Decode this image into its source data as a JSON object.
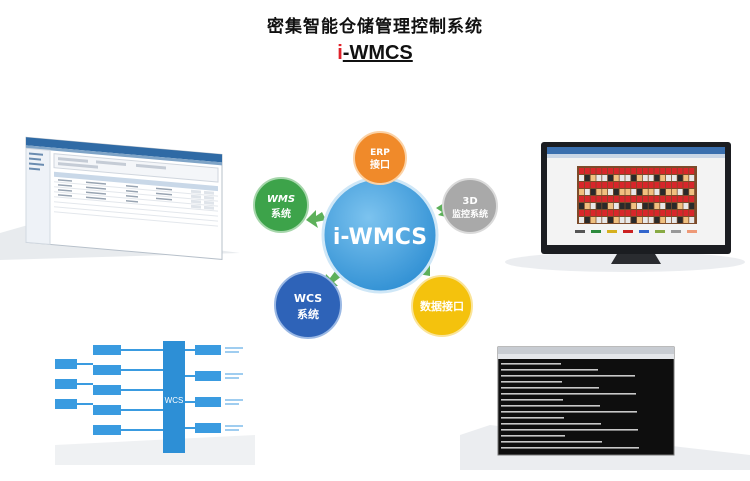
{
  "header": {
    "title": "密集智能仓储管理控制系统",
    "subtitle_accent": "i",
    "subtitle_rest": "-WMCS"
  },
  "hub": {
    "center": "i-WMCS",
    "nodes": {
      "erp": {
        "line1": "ERP",
        "line2": "接口",
        "color": "#f08a2a"
      },
      "monitor3d": {
        "line1": "3D",
        "line2": "监控系统",
        "color": "#a9a9a9"
      },
      "data": {
        "line1": "数据接口",
        "color": "#f4c20d"
      },
      "wcs": {
        "line1": "WCS",
        "line2": "系统",
        "color": "#2e63b8"
      },
      "wms": {
        "line1": "WMS",
        "line2": "系统",
        "color": "#3da34a"
      }
    },
    "arrow_color": "#5db05a"
  },
  "wcs_diagram": {
    "center_label": "WCS"
  }
}
